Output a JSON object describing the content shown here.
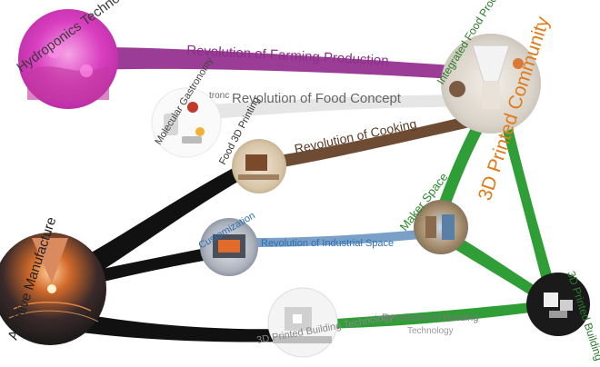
{
  "nodes": {
    "hydroponics": "Hydroponics Technology",
    "molecular": "Molecular Gastronomy",
    "molecular_extra": "tronc",
    "food3d": "Food 3D Printing",
    "integrated": "Integrated Food Production &Cooking",
    "customization": "Customization",
    "maker": "Maker Space",
    "additive": "Additive Manufacture",
    "building_tech": "3D Printed Building Technology",
    "building_3d": "3D Printed Building"
  },
  "links": {
    "farming": "Revolution of Farming Production",
    "food_concept": "Revolution of Food Concept",
    "cooking": "Revolution of Cooking",
    "industrial": "Revolution of Industrial Space",
    "building_line1": "Revolution of Building",
    "building_line2": "Technology"
  },
  "community": "3D Printed Community",
  "colors": {
    "farming": "#9b3d97",
    "food_concept": "#e6e6e6",
    "cooking": "#6d4c33",
    "black_link": "#111111",
    "blue_link": "#7aa0c8",
    "industrial_text": "#2e6fb0",
    "green": "#2f9e36",
    "community": "#e07b1a",
    "gray_text": "#777777"
  }
}
